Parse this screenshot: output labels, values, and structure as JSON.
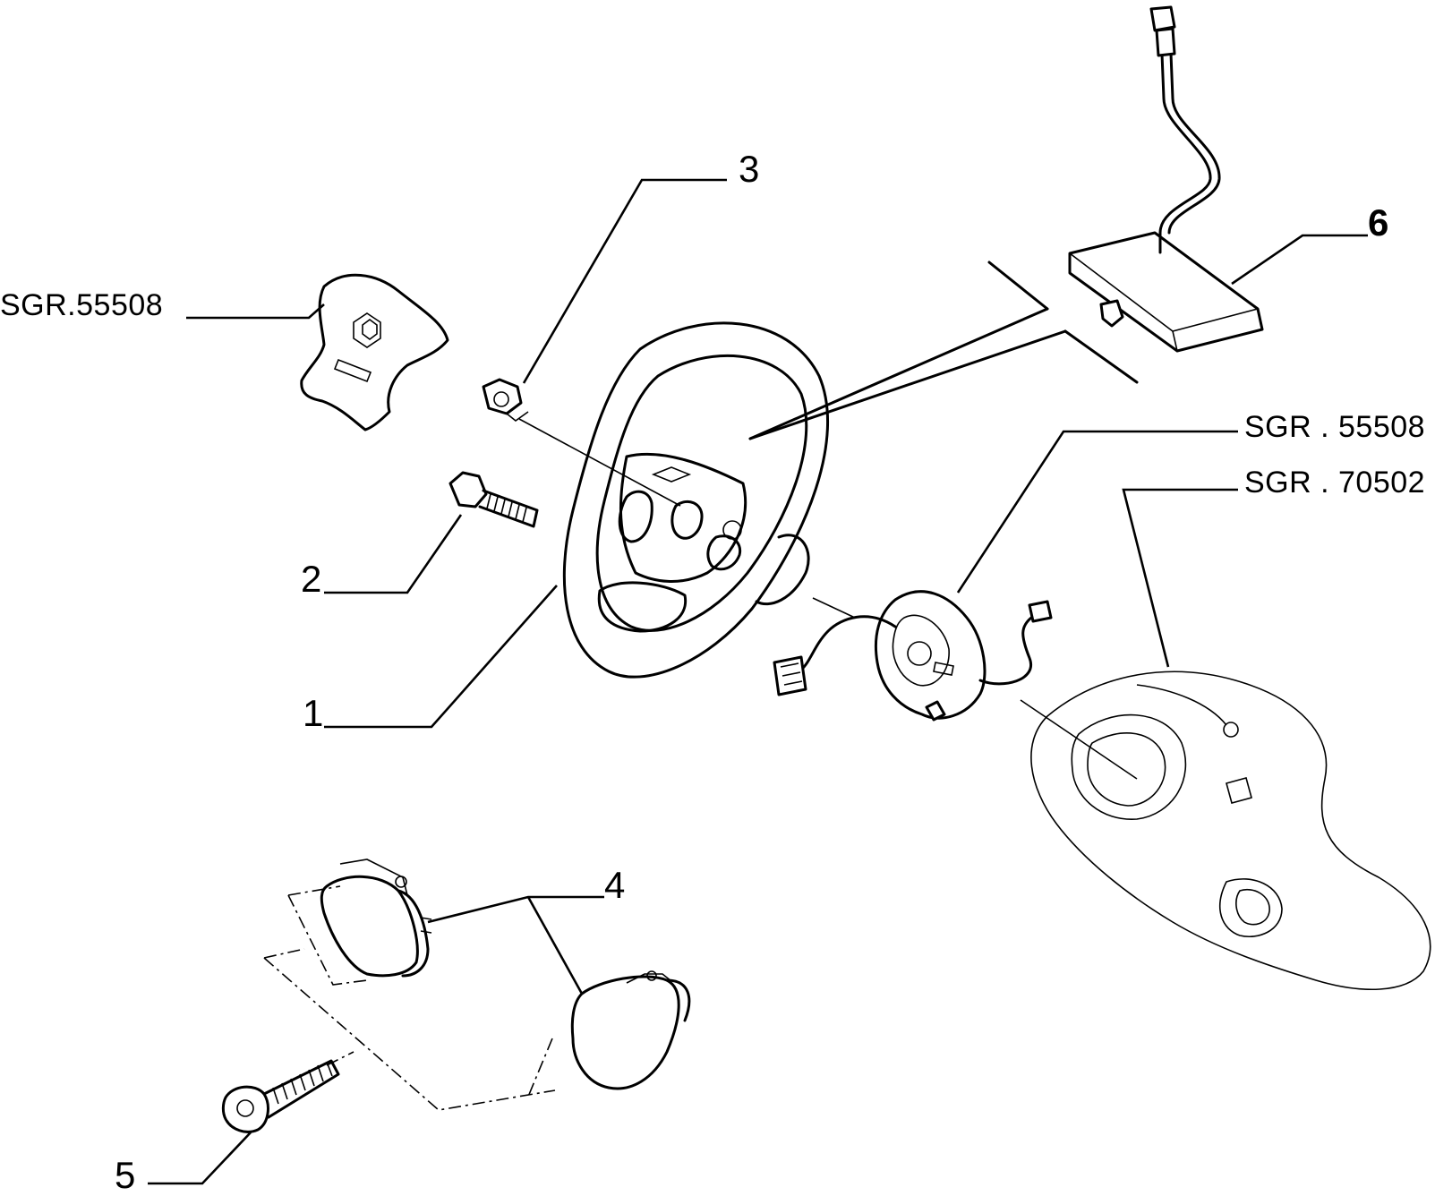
{
  "callouts": {
    "c1": "1",
    "c2": "2",
    "c3": "3",
    "c4": "4",
    "c5": "5",
    "c6": "6",
    "ref_left": "SGR.55508",
    "ref_right_1": "SGR . 55508",
    "ref_right_2": "SGR . 70502"
  }
}
